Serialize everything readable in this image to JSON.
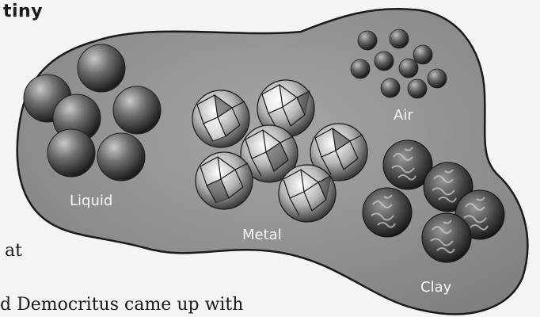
{
  "page": {
    "title_fragment": "tiny",
    "text_fragment_top": "at",
    "text_fragment_bottom": "d Democritus came up with"
  },
  "diagram": {
    "groups": [
      {
        "id": "liquid",
        "label": "Liquid",
        "texture": "smooth-spheres"
      },
      {
        "id": "metal",
        "label": "Metal",
        "texture": "faceted-spiky-spheres"
      },
      {
        "id": "air",
        "label": "Air",
        "texture": "small-smooth-spheres"
      },
      {
        "id": "clay",
        "label": "Clay",
        "texture": "wrinkled-spheres"
      }
    ]
  }
}
